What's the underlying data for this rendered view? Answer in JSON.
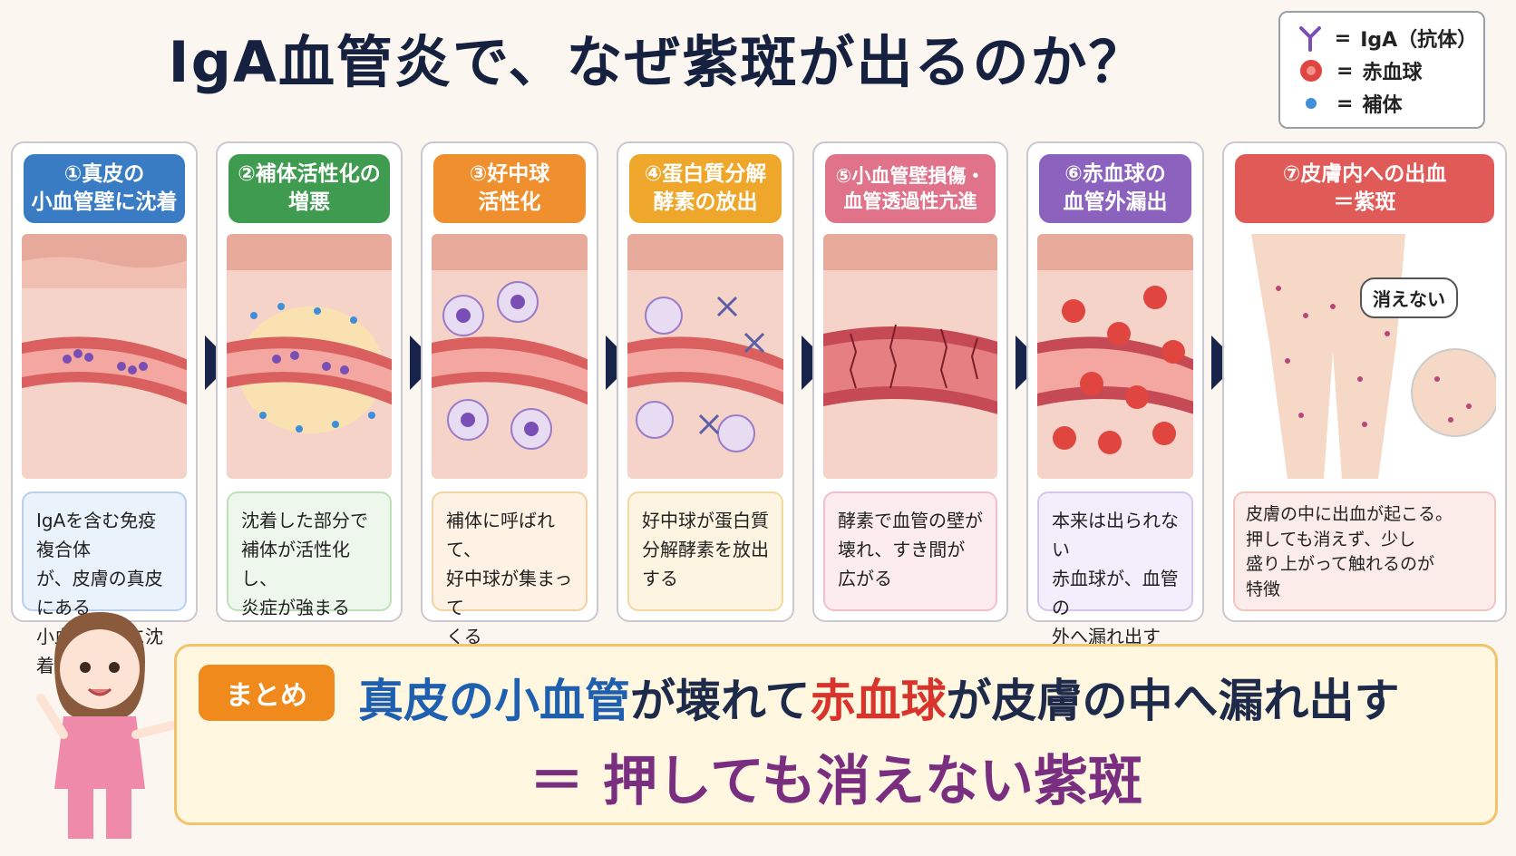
{
  "title": "IgA血管炎で、なぜ紫斑が出るのか？",
  "legend": [
    {
      "icon": "antibody-icon",
      "eq": "=",
      "label": "IgA（抗体）"
    },
    {
      "icon": "red-blood-cell-icon",
      "eq": "=",
      "label": "赤血球"
    },
    {
      "icon": "complement-icon",
      "eq": "=",
      "label": "補体"
    }
  ],
  "steps": [
    {
      "title": "①真皮の\n小血管壁に沈着",
      "color": "#3a7cc4",
      "desc": "IgAを含む免疫複合体\nが、皮膚の真皮にある\n小血管の壁に沈着する",
      "desc_bg": "#eaf2fb"
    },
    {
      "title": "②補体活性化の\n増悪",
      "color": "#3f9b50",
      "desc": "沈着した部分で\n補体が活性化し、\n炎症が強まる",
      "desc_bg": "#eef7ec"
    },
    {
      "title": "③好中球\n活性化",
      "color": "#ef8f2e",
      "desc": "補体に呼ばれて、\n好中球が集まって\nくる",
      "desc_bg": "#fdf2e3"
    },
    {
      "title": "④蛋白質分解\n酵素の放出",
      "color": "#eea72a",
      "desc": "好中球が蛋白質\n分解酵素を放出\nする",
      "desc_bg": "#fdf5e2"
    },
    {
      "title": "⑤小血管壁損傷・\n血管透過性亢進",
      "color": "#e0738a",
      "desc": "酵素で血管の壁が\n壊れ、すき間が\n広がる",
      "desc_bg": "#fcecef"
    },
    {
      "title": "⑥赤血球の\n血管外漏出",
      "color": "#8b63bf",
      "desc": "本来は出られない\n赤血球が、血管の\n外へ漏れ出す",
      "desc_bg": "#f3eefb"
    },
    {
      "title": "⑦皮膚内への出血\n＝紫斑",
      "color": "#e05a57",
      "desc": "皮膚の中に出血が起こる。\n押しても消えず、少し\n盛り上がって触れるのが\n特徴",
      "desc_bg": "#fcece9"
    }
  ],
  "callout": "消えない",
  "summary": {
    "tag": "まとめ",
    "line1_part1": "真皮の小血管",
    "line1_part2": "が壊れて",
    "line1_part3": "赤血球",
    "line1_part4": "が皮膚の中へ漏れ出す",
    "line2": "＝ 押しても消えない紫斑"
  }
}
